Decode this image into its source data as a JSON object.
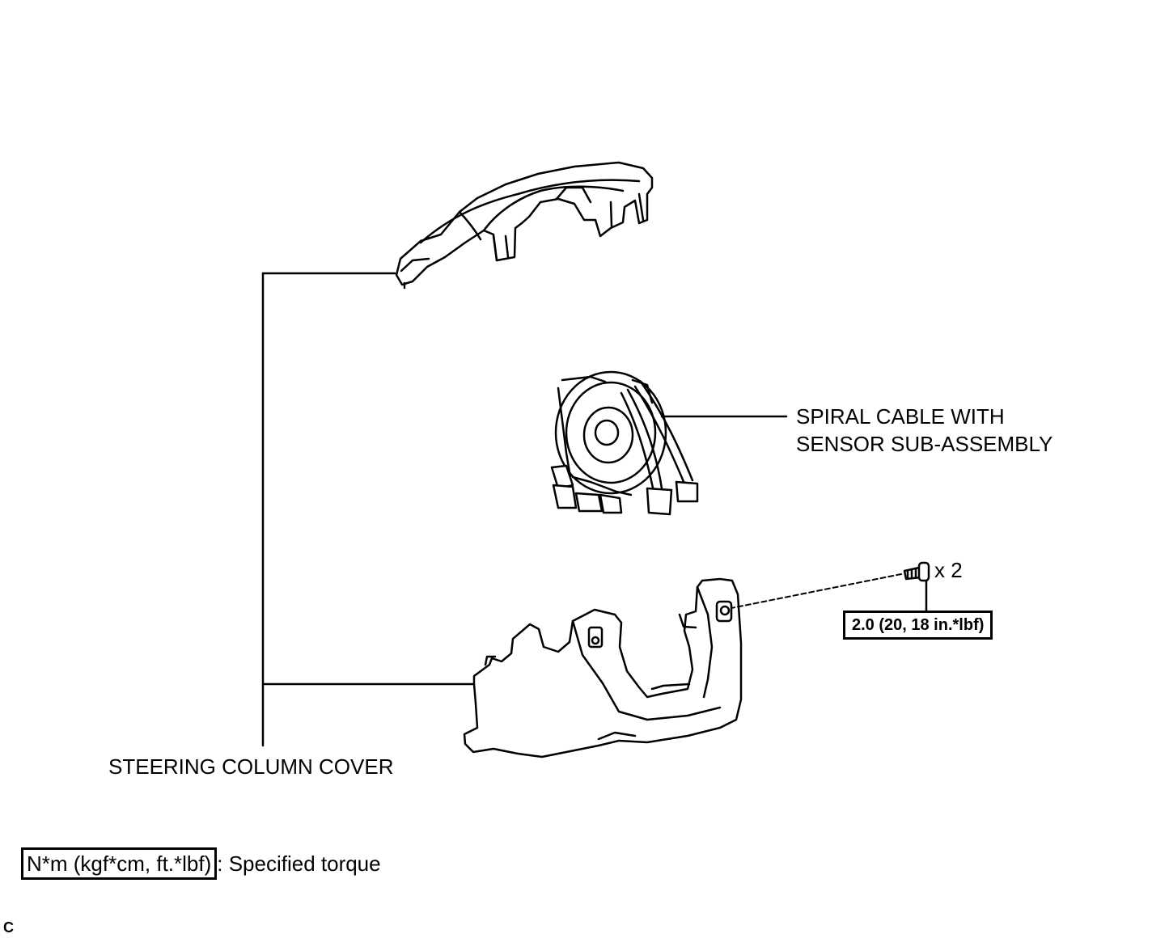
{
  "labels": {
    "spiral_cable_line1": "SPIRAL CABLE WITH",
    "spiral_cable_line2": "SENSOR SUB-ASSEMBLY",
    "steering_column_cover": "STEERING COLUMN COVER",
    "screw_quantity": "x 2",
    "torque_value": "2.0 (20, 18 in.*lbf)"
  },
  "legend": {
    "unit_box": "N*m (kgf*cm, ft.*lbf)",
    "description": ": Specified torque"
  },
  "corner_mark": "C"
}
